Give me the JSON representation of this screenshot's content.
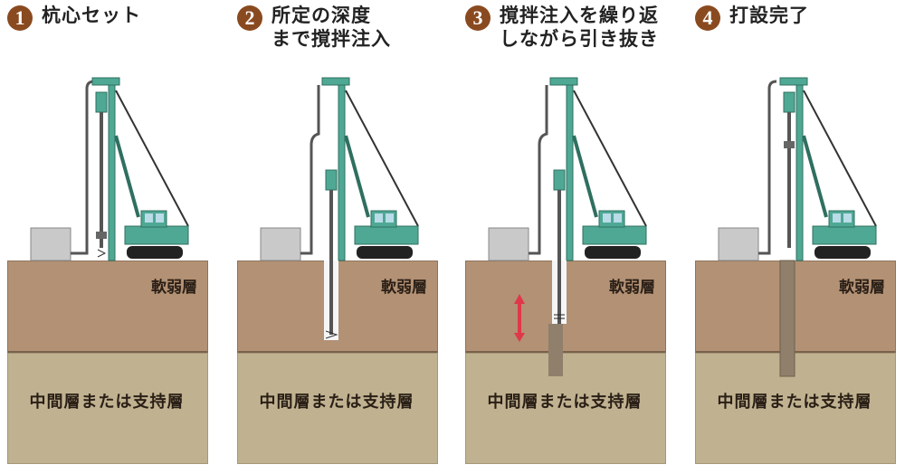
{
  "steps": [
    {
      "number": "1",
      "title": "杭心セット",
      "soft_layer": "軟弱層",
      "hard_layer": "中間層または支持層",
      "state": "set"
    },
    {
      "number": "2",
      "title": "所定の深度\nまで撹拌注入",
      "soft_layer": "軟弱層",
      "hard_layer": "中間層または支持層",
      "state": "drill"
    },
    {
      "number": "3",
      "title": "撹拌注入を繰り返\nしながら引き抜き",
      "soft_layer": "軟弱層",
      "hard_layer": "中間層または支持層",
      "state": "withdraw"
    },
    {
      "number": "4",
      "title": "打設完了",
      "soft_layer": "軟弱層",
      "hard_layer": "中間層または支持層",
      "state": "complete"
    }
  ],
  "colors": {
    "badge": "#8a4a20",
    "soft_layer": "#b39174",
    "hard_layer": "#c0b290",
    "machine": "#4fa894",
    "arrow": "#e0384a",
    "column": "#8f7f6b"
  }
}
